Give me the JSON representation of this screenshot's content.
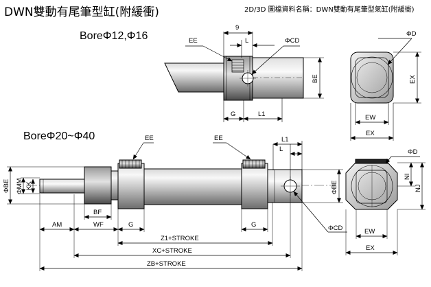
{
  "header": {
    "title": "DWN雙動有尾筆型缸(附緩衝)",
    "file_label": "2D/3D 圖檔資料名稱：DWN雙動有尾筆型氣缸(附緩衝)"
  },
  "small_bore": {
    "title": "BoreΦ12,Φ16",
    "labels": {
      "ee": "EE",
      "dim9": "9",
      "l": "L",
      "cd": "ΦCD",
      "be": "BE",
      "g": "G",
      "l1": "L1",
      "d": "ΦD",
      "ex_side": "EX",
      "ew": "EW",
      "ex": "EX"
    }
  },
  "large_bore": {
    "title": "BoreΦ20~Φ40",
    "labels": {
      "ee_left": "EE",
      "ee_right": "EE",
      "l1": "L1",
      "l": "L",
      "be_left": "ΦBE",
      "mm": "ΦMM",
      "kk": "KK",
      "be_right": "ΦBE",
      "am": "AM",
      "bf": "BF",
      "wf": "WF",
      "g_left": "G",
      "g_right": "G",
      "cd": "ΦCD",
      "z1": "Z1+STROKE",
      "xc": "XC+STROKE",
      "zb": "ZB+STROKE",
      "d": "ΦD",
      "ni": "NI",
      "nj": "NJ",
      "ew": "EW",
      "ex": "EX"
    }
  }
}
